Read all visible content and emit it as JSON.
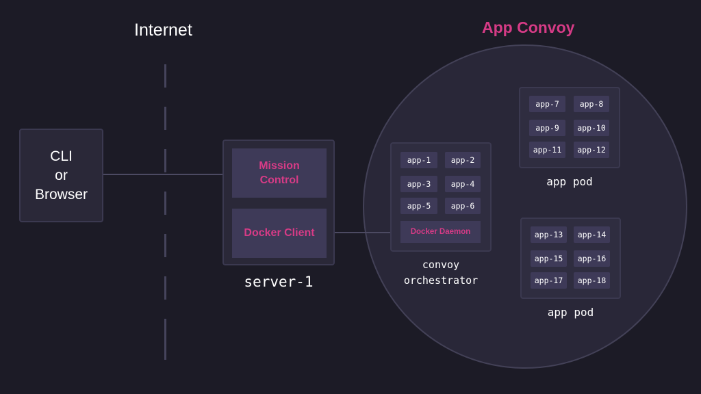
{
  "internet": {
    "title": "Internet"
  },
  "convoy": {
    "title": "App Convoy"
  },
  "client_box": {
    "line1": "CLI",
    "line2": "or",
    "line3": "Browser"
  },
  "server": {
    "mission_line1": "Mission",
    "mission_line2": "Control",
    "docker_client": "Docker Client",
    "label": "server-1"
  },
  "orchestrator": {
    "apps": [
      "app-1",
      "app-2",
      "app-3",
      "app-4",
      "app-5",
      "app-6"
    ],
    "daemon": "Docker Daemon",
    "label_line1": "convoy",
    "label_line2": "orchestrator"
  },
  "pod1": {
    "apps": [
      "app-7",
      "app-8",
      "app-9",
      "app-10",
      "app-11",
      "app-12"
    ],
    "label": "app pod"
  },
  "pod2": {
    "apps": [
      "app-13",
      "app-14",
      "app-15",
      "app-16",
      "app-17",
      "app-18"
    ],
    "label": "app pod"
  },
  "colors": {
    "background": "#1c1b26",
    "accent": "#d63b86",
    "box": "#2a2838",
    "chip": "#3e3a58",
    "border": "#3b3950"
  }
}
